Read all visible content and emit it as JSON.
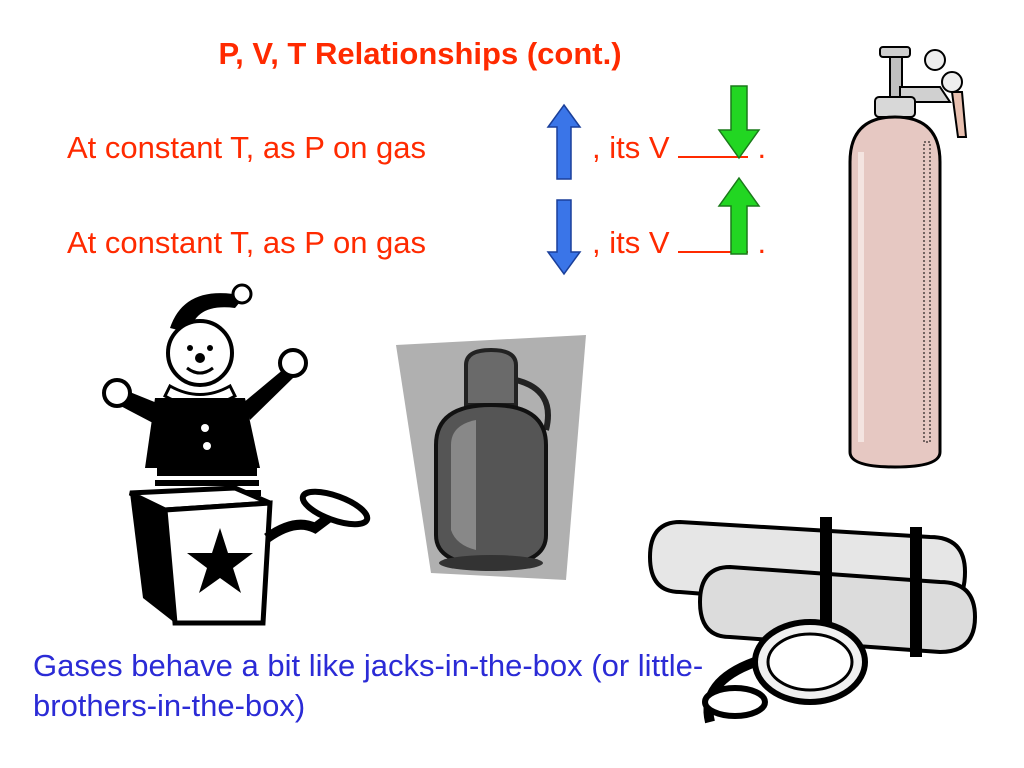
{
  "slide": {
    "title": "P, V, T Relationships (cont.)",
    "line1": {
      "prefix": "At constant T, as P on gas",
      "suffix": ", its V",
      "end": "."
    },
    "line2": {
      "prefix": "At constant T, as P on gas",
      "suffix": ", its V",
      "end": "."
    },
    "caption": "Gases behave a bit like jacks-in-the-box (or little-brothers-in-the-box)",
    "colors": {
      "title": "#ff2a00",
      "body": "#ff2a00",
      "caption": "#2b2bd6",
      "blue_arrow": "#3a75e8",
      "green_arrow": "#22d622"
    },
    "icons": [
      "up-arrow-icon",
      "down-arrow-icon",
      "jack-in-the-box-icon",
      "propane-tank-icon",
      "gas-cylinder-icon",
      "scuba-tanks-icon"
    ]
  }
}
